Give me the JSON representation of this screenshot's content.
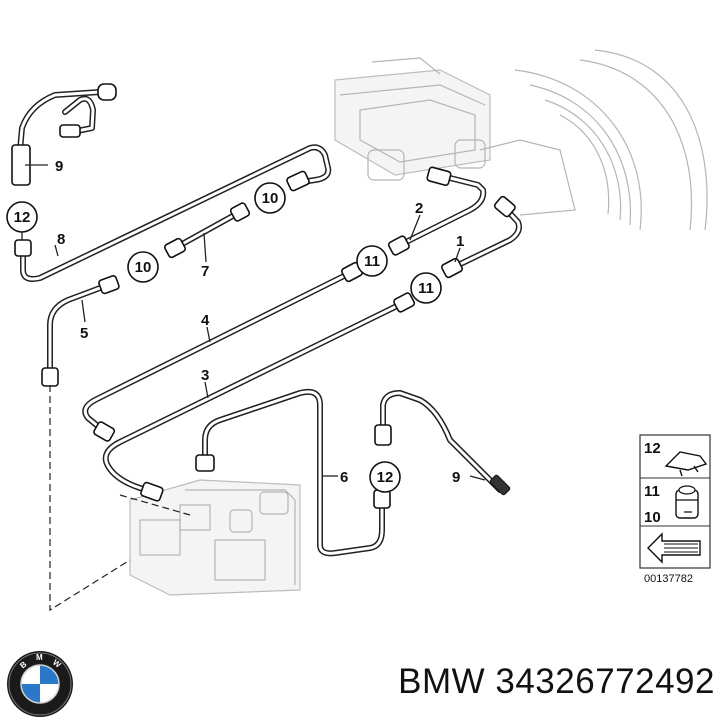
{
  "parts": {
    "p1": "1",
    "p2": "2",
    "p3": "3",
    "p4": "4",
    "p5": "5",
    "p6": "6",
    "p7": "7",
    "p8": "8",
    "p9_top": "9",
    "p9_right": "9"
  },
  "callouts": {
    "c12_left": "12",
    "c10_top": "10",
    "c10_mid": "10",
    "c11_a": "11",
    "c11_b": "11",
    "c12_bottom": "12"
  },
  "legend": {
    "item12": "12",
    "item11": "11",
    "item10": "10",
    "code": "00137782"
  },
  "footer": {
    "text": "BMW 34326772492"
  },
  "icons": [
    "bmw-roundel-logo",
    "brake-line-diagram",
    "clip-icon",
    "nut-icon",
    "arrow-icon"
  ]
}
